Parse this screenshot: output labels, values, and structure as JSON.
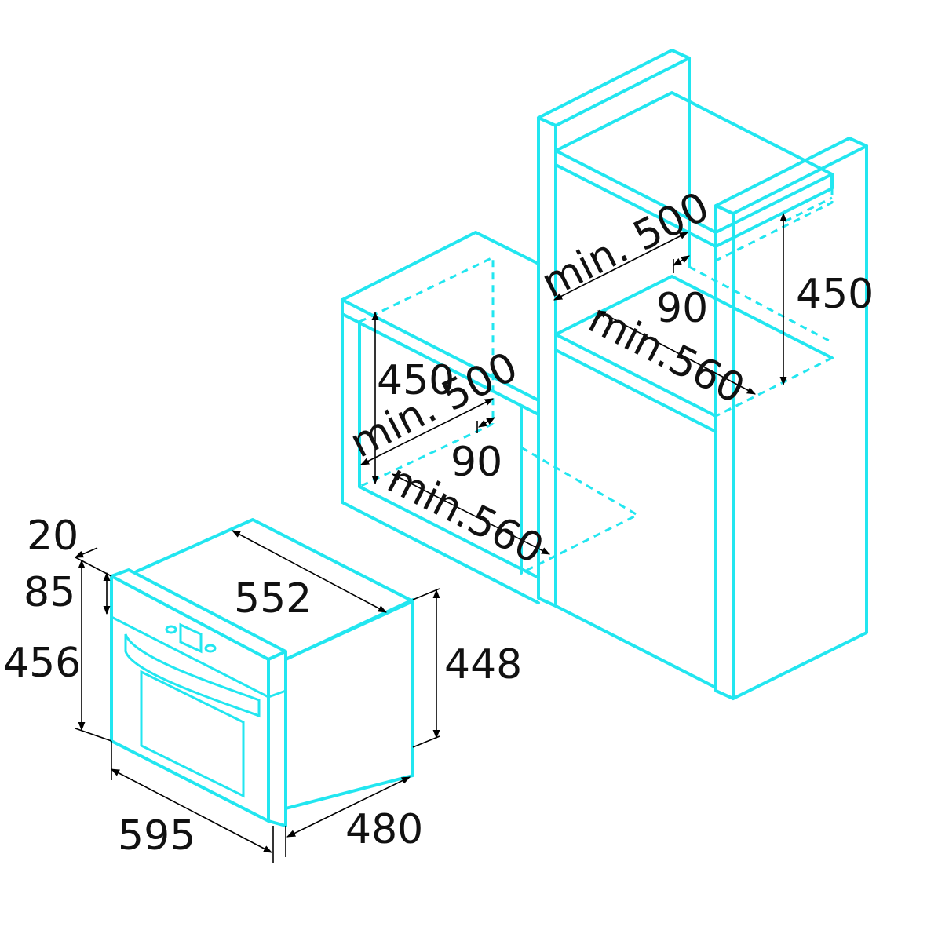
{
  "colors": {
    "line": "#22e6f0",
    "dimension": "#000000",
    "background": "#ffffff"
  },
  "oven": {
    "labels": {
      "d20": "20",
      "d85": "85",
      "d456": "456",
      "d552": "552",
      "d448": "448",
      "d595": "595",
      "d480": "480"
    }
  },
  "small_cabinet": {
    "labels": {
      "h450": "450",
      "depth": "min. 500",
      "gap": "90",
      "width": "min.560"
    }
  },
  "tall_cabinet": {
    "labels": {
      "h450": "450",
      "depth": "min. 500",
      "gap": "90",
      "width": "min.560"
    }
  }
}
